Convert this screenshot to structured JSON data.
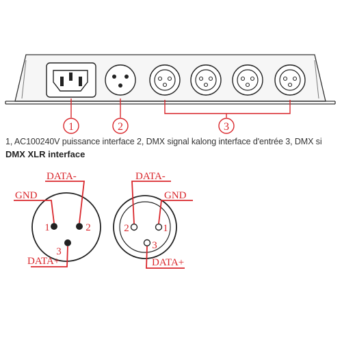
{
  "device_panel": {
    "callouts": [
      "1",
      "2",
      "3"
    ]
  },
  "caption": "1, AC100240V puissance interface 2, DMX signal kalong interface d'entrée 3, DMX si",
  "subtitle": "DMX XLR interface",
  "male_connector": {
    "pin_labels": {
      "data_minus": "DATA-",
      "gnd": "GND",
      "data_plus": "DATA+"
    },
    "pin_numbers": [
      "1",
      "2",
      "3"
    ]
  },
  "female_connector": {
    "pin_labels": {
      "data_minus": "DATA-",
      "gnd": "GND",
      "data_plus": "DATA+"
    },
    "pin_numbers": [
      "2",
      "1",
      "3"
    ]
  },
  "colors": {
    "callout": "#d9262b",
    "line": "#d9262b",
    "outline": "#222222"
  }
}
